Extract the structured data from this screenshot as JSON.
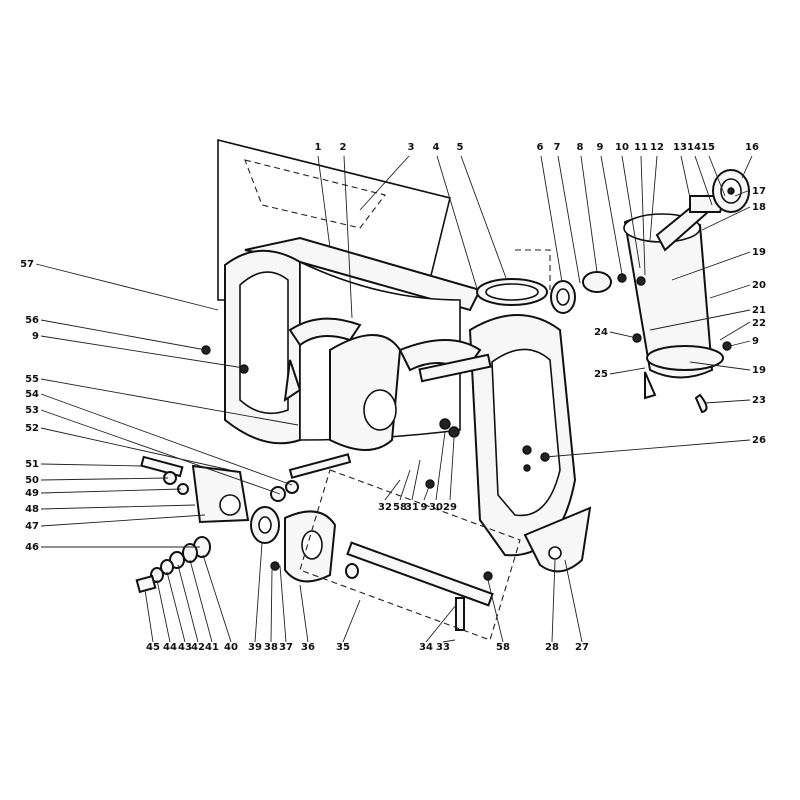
{
  "callouts": [
    {
      "num": "1"
    },
    {
      "num": "2"
    },
    {
      "num": "3"
    },
    {
      "num": "4"
    },
    {
      "num": "5"
    },
    {
      "num": "6"
    },
    {
      "num": "7"
    },
    {
      "num": "8"
    },
    {
      "num": "9"
    },
    {
      "num": "10"
    },
    {
      "num": "11"
    },
    {
      "num": "12"
    },
    {
      "num": "13"
    },
    {
      "num": "14"
    },
    {
      "num": "15"
    },
    {
      "num": "16"
    },
    {
      "num": "17"
    },
    {
      "num": "18"
    },
    {
      "num": "19"
    },
    {
      "num": "20"
    },
    {
      "num": "21"
    },
    {
      "num": "22"
    },
    {
      "num": "9"
    },
    {
      "num": "24"
    },
    {
      "num": "25"
    },
    {
      "num": "19"
    },
    {
      "num": "23"
    },
    {
      "num": "26"
    },
    {
      "num": "57"
    },
    {
      "num": "56"
    },
    {
      "num": "9"
    },
    {
      "num": "55"
    },
    {
      "num": "54"
    },
    {
      "num": "53"
    },
    {
      "num": "52"
    },
    {
      "num": "51"
    },
    {
      "num": "50"
    },
    {
      "num": "49"
    },
    {
      "num": "48"
    },
    {
      "num": "47"
    },
    {
      "num": "46"
    },
    {
      "num": "32"
    },
    {
      "num": "58"
    },
    {
      "num": "31"
    },
    {
      "num": "9"
    },
    {
      "num": "30"
    },
    {
      "num": "29"
    },
    {
      "num": "45"
    },
    {
      "num": "44"
    },
    {
      "num": "43"
    },
    {
      "num": "42"
    },
    {
      "num": "41"
    },
    {
      "num": "40"
    },
    {
      "num": "39"
    },
    {
      "num": "38"
    },
    {
      "num": "37"
    },
    {
      "num": "36"
    },
    {
      "num": "35"
    },
    {
      "num": "34"
    },
    {
      "num": "33"
    },
    {
      "num": "58"
    },
    {
      "num": "28"
    },
    {
      "num": "27"
    }
  ]
}
